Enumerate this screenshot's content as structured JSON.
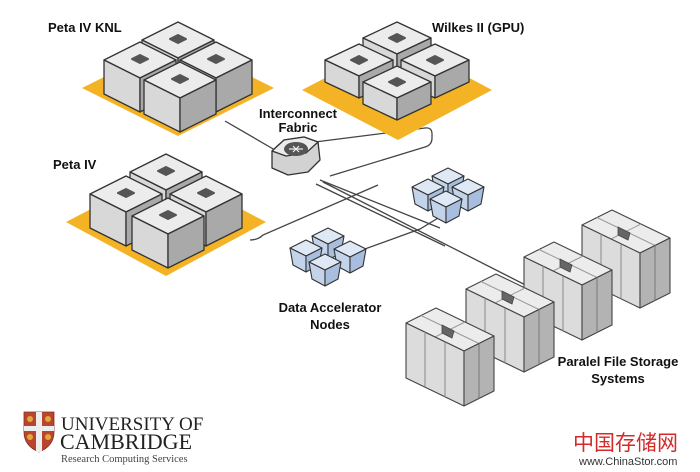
{
  "diagram": {
    "clusters": [
      {
        "id": "peta-iv-knl",
        "label": "Peta IV KNL",
        "nodes": 4
      },
      {
        "id": "wilkes-ii-gpu",
        "label": "Wilkes II (GPU)",
        "nodes": 4
      },
      {
        "id": "peta-iv",
        "label": "Peta IV",
        "nodes": 4
      }
    ],
    "interconnect": {
      "label_line1": "Interconnect",
      "label_line2": "Fabric"
    },
    "data_accelerator": {
      "label_line1": "Data Accelerator",
      "label_line2": "Nodes",
      "groups": 2
    },
    "storage": {
      "label_line1": "Paralel File Storage",
      "label_line2": "Systems",
      "racks": 4
    },
    "colors": {
      "platform": "#f4b324",
      "node_top": "#ececec",
      "node_side": "#bdbdbd",
      "dac": "#c9d7ec",
      "line": "#444444"
    }
  },
  "logo": {
    "line1": "UNIVERSITY OF",
    "line2": "CAMBRIDGE",
    "line3": "Research Computing Services"
  },
  "watermark": {
    "chinese": "中国存储网",
    "url": "www.ChinaStor.com"
  }
}
